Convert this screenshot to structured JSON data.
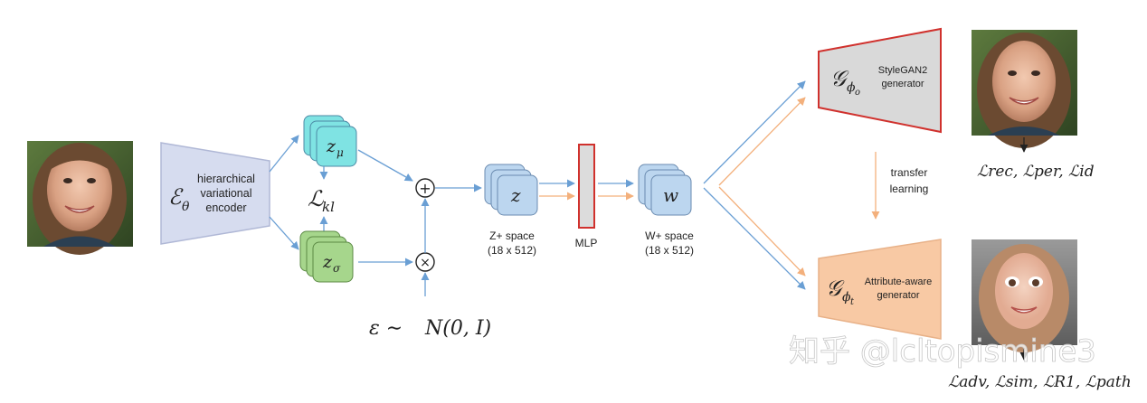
{
  "encoder": {
    "symbol": "ℰ",
    "subscript": "θ",
    "line1": "hierarchical",
    "line2": "variational",
    "line3": "encoder"
  },
  "latents": {
    "mu_symbol": "z",
    "mu_sub": "μ",
    "sigma_symbol": "z",
    "sigma_sub": "σ",
    "kl_loss": "ℒ",
    "kl_sub": "kl",
    "plus_op": "+",
    "times_op": "×",
    "noise_eps": "ε ∼",
    "noise_dist": "N(0, I)"
  },
  "zspace": {
    "symbol": "z",
    "label": "Z+ space",
    "dims": "(18 x 512)"
  },
  "mlp": {
    "label": "MLP"
  },
  "wspace": {
    "symbol": "w",
    "label": "W+ space",
    "dims": "(18 x 512)"
  },
  "generator_top": {
    "symbol": "𝒢",
    "sub": "ϕ",
    "subsub": "o",
    "line1": "StyleGAN2",
    "line2": "generator"
  },
  "transfer": {
    "line1": "transfer",
    "line2": "learning"
  },
  "generator_bottom": {
    "symbol": "𝒢",
    "sub": "ϕ",
    "subsub": "t",
    "line1": "Attribute-aware",
    "line2": "generator"
  },
  "losses_top": "ℒrec, ℒper, ℒid",
  "losses_bottom": "ℒadv, ℒsim, ℒR1, ℒpath",
  "watermark": "知乎 @lcltopismine3",
  "colors": {
    "encoder_fill": "#d6dcef",
    "encoder_stroke": "#b0b8d6",
    "mu_fill": "#7fe3e3",
    "sigma_fill": "#a6d68c",
    "latent_fill": "#bcd6ef",
    "mlp_stroke": "#d0312d",
    "gen_top_fill": "#d9d9d9",
    "gen_bottom_fill": "#f8c9a4",
    "blue_arrow": "#6a9fd4",
    "orange_arrow": "#f3b07c"
  }
}
